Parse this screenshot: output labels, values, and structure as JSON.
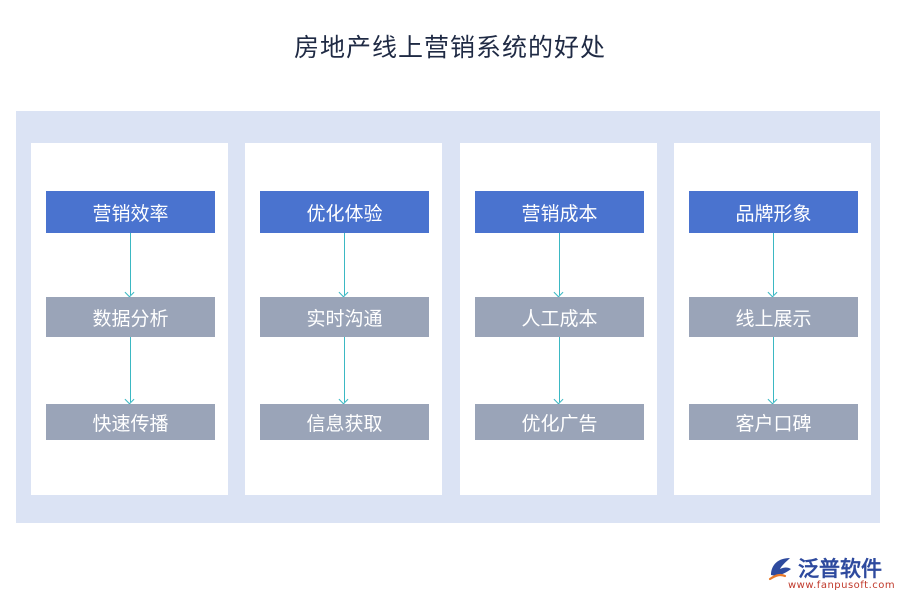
{
  "title": "房地产线上营销系统的好处",
  "columns": [
    {
      "head": "营销效率",
      "mid": "数据分析",
      "low": "快速传播"
    },
    {
      "head": "优化体验",
      "mid": "实时沟通",
      "low": "信息获取"
    },
    {
      "head": "营销成本",
      "mid": "人工成本",
      "low": "优化广告"
    },
    {
      "head": "品牌形象",
      "mid": "线上展示",
      "low": "客户口碑"
    }
  ],
  "logo": {
    "name": "泛普软件",
    "url": "www.fanpusoft.com"
  },
  "colors": {
    "panel_bg": "#dbe3f4",
    "head_box": "#4a73cf",
    "sub_box": "#9aa4b8",
    "arrow": "#3bb8c3"
  }
}
